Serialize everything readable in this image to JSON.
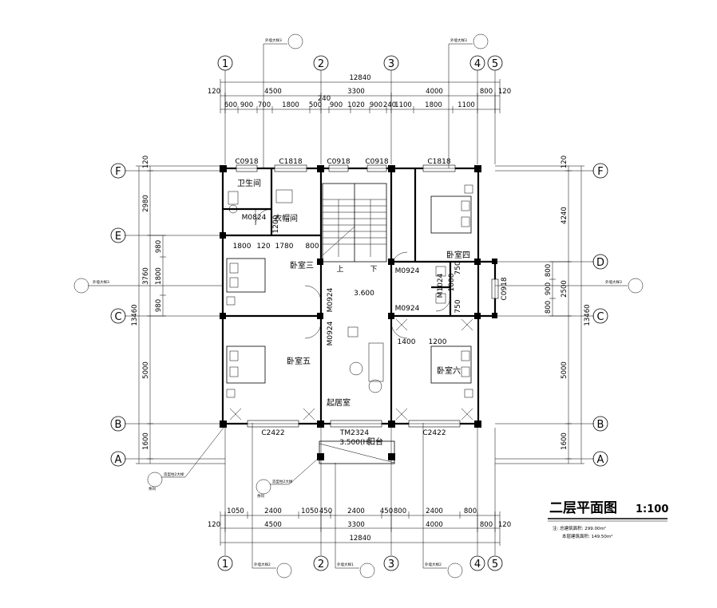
{
  "title": {
    "main": "二层平面图",
    "scale": "1:100"
  },
  "notes": {
    "line1": "注: 总建筑面积: 299.00m²",
    "line2": "本层建筑面积: 149.50m²"
  },
  "axes": {
    "v": [
      "1",
      "2",
      "3",
      "4",
      "5"
    ],
    "h": [
      "A",
      "B",
      "C",
      "D",
      "E",
      "F"
    ]
  },
  "dims_top": {
    "overall": "12840",
    "bays": [
      "120",
      "4500",
      "3300",
      "4000",
      "800",
      "120"
    ],
    "extra": "240",
    "detail": [
      "600",
      "900",
      "700",
      "1800",
      "500",
      "900",
      "1020",
      "900",
      "240",
      "1100",
      "1800",
      "1100"
    ]
  },
  "dims_bottom": {
    "detail": [
      "1050",
      "2400",
      "1050",
      "450",
      "2400",
      "450",
      "800",
      "2400",
      "800"
    ],
    "bays": [
      "120",
      "4500",
      "3300",
      "4000",
      "800",
      "120"
    ],
    "overall": "12840"
  },
  "dims_left": {
    "overall": "13460",
    "outer": [
      "120",
      "2980",
      "3760",
      "5000",
      "1600"
    ],
    "inner": [
      "980",
      "1800",
      "980"
    ]
  },
  "dims_right": {
    "overall": "13460",
    "outer": [
      "120",
      "4240",
      "2500",
      "5000",
      "1600"
    ],
    "inner": [
      "800",
      "900",
      "800"
    ]
  },
  "rooms": {
    "bath": "卫生间",
    "closet": "衣帽间",
    "bed3": "卧室三",
    "bed4": "卧室四",
    "bed5": "卧室五",
    "bed6": "卧室六",
    "living": "起居室",
    "balcony": "阳台"
  },
  "tags": {
    "c0918a": "C0918",
    "c1818a": "C1818",
    "c0918b": "C0918",
    "c0918c": "C0918",
    "c1818b": "C1818",
    "m0824": "M0824",
    "d1200a": "1200",
    "d800": "800",
    "d1800": "1800",
    "d120": "120",
    "d1780": "1780",
    "m0924a": "M0924",
    "m0924b": "M0924",
    "m0924c": "M0924",
    "m0924d": "M0924",
    "m1024": "M1024",
    "c0918d": "C0918",
    "d1000": "1000",
    "d750a": "750",
    "d750b": "750",
    "d1400": "1400",
    "d1200b": "1200",
    "up": "上",
    "down": "下",
    "elev": "3.600",
    "c2422a": "C2422",
    "tm2324": "TM2324",
    "c2422b": "C2422",
    "elev_balc": "3.500(H)"
  },
  "callouts": {
    "wall3": "外墙大样3",
    "wall2": "外墙大样2",
    "wall1": "外墙大样1",
    "deco2": "造型柱2大样",
    "deco2b": "余同"
  }
}
